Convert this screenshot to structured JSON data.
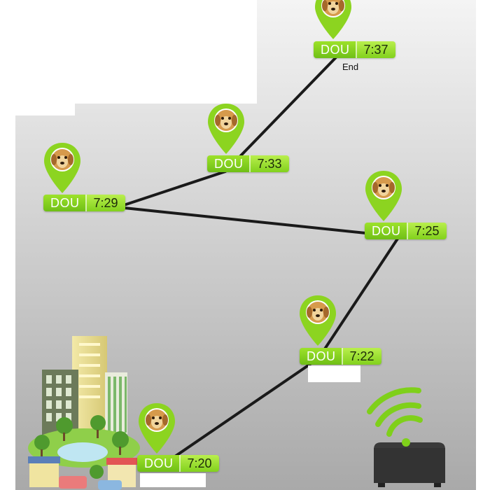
{
  "route": {
    "checkpoints": [
      {
        "name": "DOU",
        "time": "7:20"
      },
      {
        "name": "DOU",
        "time": "7:22"
      },
      {
        "name": "DOU",
        "time": "7:25"
      },
      {
        "name": "DOU",
        "time": "7:29"
      },
      {
        "name": "DOU",
        "time": "7:33"
      },
      {
        "name": "DOU",
        "time": "7:37"
      }
    ],
    "end_label": "End"
  },
  "icons": {
    "pet_marker": "dog-location-pin-icon",
    "city": "city-buildings-park-icon",
    "device": "wifi-tracker-hub-icon"
  },
  "colors": {
    "accent_green": "#8cd420",
    "route_line": "#1a1a1a",
    "device_body": "#3a3a3a"
  }
}
